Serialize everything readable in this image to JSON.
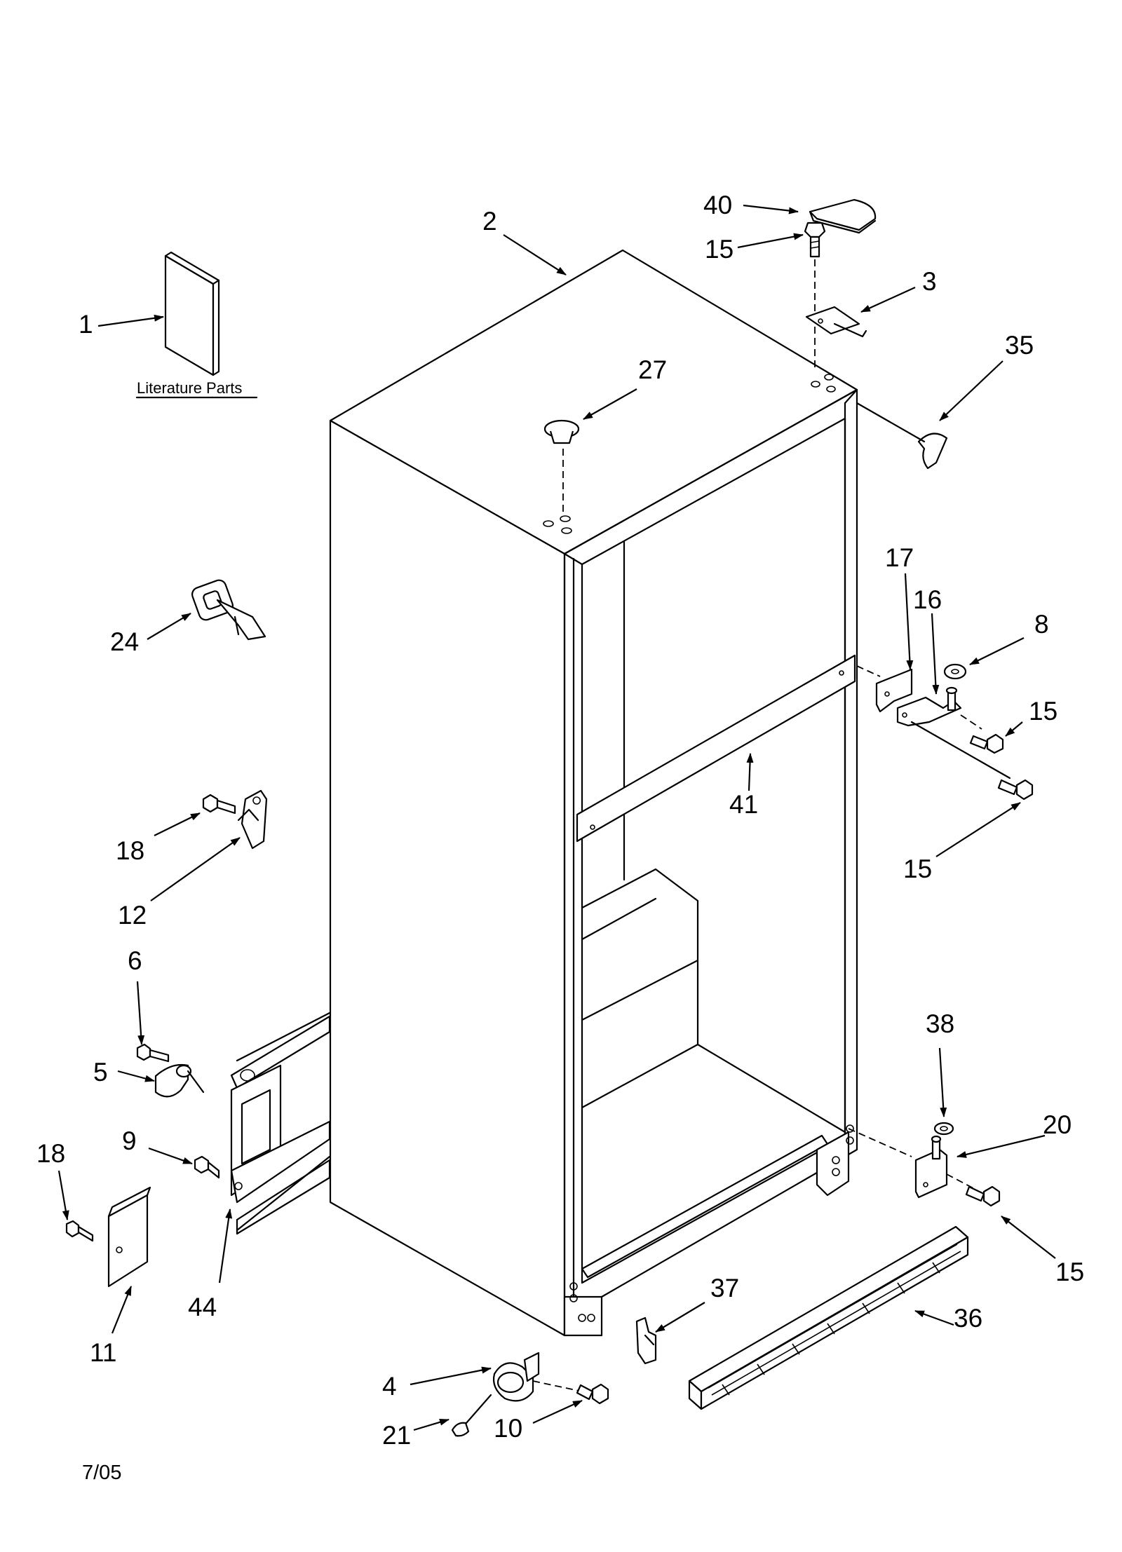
{
  "diagram": {
    "literature_caption": "Literature Parts",
    "date_code": "7/05",
    "callouts": {
      "c1": "1",
      "c2": "2",
      "c3": "3",
      "c4": "4",
      "c5": "5",
      "c6": "6",
      "c8": "8",
      "c9": "9",
      "c10": "10",
      "c11": "11",
      "c12": "12",
      "c15a": "15",
      "c15b": "15",
      "c15c": "15",
      "c15d": "15",
      "c16": "16",
      "c17": "17",
      "c18a": "18",
      "c18b": "18",
      "c20": "20",
      "c21": "21",
      "c24": "24",
      "c27": "27",
      "c35": "35",
      "c36": "36",
      "c37": "37",
      "c38": "38",
      "c40": "40",
      "c41": "41",
      "c44": "44"
    }
  }
}
